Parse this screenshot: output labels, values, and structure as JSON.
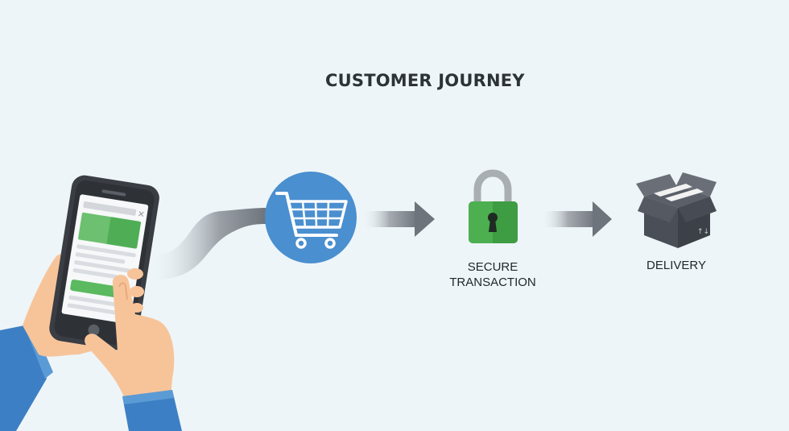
{
  "diagram": {
    "title": "CUSTOMER JOURNEY",
    "steps": [
      {
        "id": "shopping-cart",
        "icon": "shopping-cart-icon",
        "label": ""
      },
      {
        "id": "secure-transaction",
        "icon": "padlock-icon",
        "label_line1": "SECURE",
        "label_line2": "TRANSACTION"
      },
      {
        "id": "delivery",
        "icon": "package-box-icon",
        "label": "DELIVERY"
      }
    ],
    "start_icon": "hand-holding-smartphone-icon"
  },
  "colors": {
    "background": "#eef5f8",
    "cart_circle": "#4a8fcf",
    "lock_green": "#4caf50",
    "box_gray": "#4a4f57",
    "arrow_gray": "#7b8088",
    "skin": "#f7c49a",
    "sleeve": "#3d7fc4",
    "phone": "#3a3e44"
  }
}
